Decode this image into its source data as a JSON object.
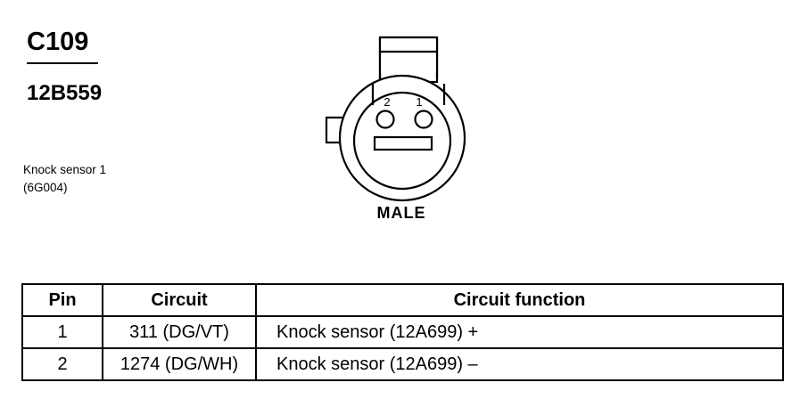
{
  "connector": {
    "id": "C109",
    "part_number": "12B559",
    "component_name": "Knock sensor 1",
    "component_code": "(6G004)",
    "gender": "MALE",
    "pin_labels": [
      "2",
      "1"
    ]
  },
  "table": {
    "headers": [
      "Pin",
      "Circuit",
      "Circuit function"
    ],
    "rows": [
      {
        "pin": "1",
        "circuit": "311 (DG/VT)",
        "function": "Knock sensor (12A699) +"
      },
      {
        "pin": "2",
        "circuit": "1274 (DG/WH)",
        "function": "Knock sensor (12A699) –"
      }
    ]
  }
}
